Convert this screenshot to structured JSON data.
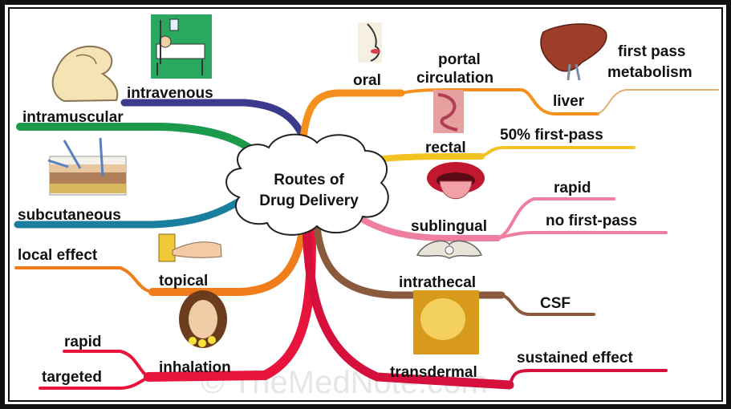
{
  "title_line1": "Routes of",
  "title_line2": "Drug Delivery",
  "watermark": "© TheMedNote.com",
  "colors": {
    "intravenous": "#3b3a8c",
    "intramuscular": "#1a9a4a",
    "subcutaneous": "#1a7f9c",
    "topical": "#f07d1a",
    "inhalation": "#e8143c",
    "oral": "#f5901e",
    "rectal": "#f2c321",
    "sublingual": "#ef7fa0",
    "intrathecal": "#8b5a3c",
    "transdermal": "#d6103c",
    "liver": "#e0b070"
  },
  "routes": {
    "intravenous": "intravenous",
    "intramuscular": "intramuscular",
    "subcutaneous": "subcutaneous",
    "topical": "topical",
    "inhalation": "inhalation",
    "oral": "oral",
    "rectal": "rectal",
    "sublingual": "sublingual",
    "intrathecal": "intrathecal",
    "transdermal": "transdermal"
  },
  "details": {
    "local_effect": "local effect",
    "inhal_rapid": "rapid",
    "inhal_targeted": "targeted",
    "portal_line1": "portal",
    "portal_line2": "circulation",
    "liver": "liver",
    "first_pass_line1": "first pass",
    "first_pass_line2": "metabolism",
    "rectal_first_pass": "50% first-pass",
    "subl_rapid": "rapid",
    "subl_no_first_pass": "no first-pass",
    "csf": "CSF",
    "sustained": "sustained effect"
  }
}
